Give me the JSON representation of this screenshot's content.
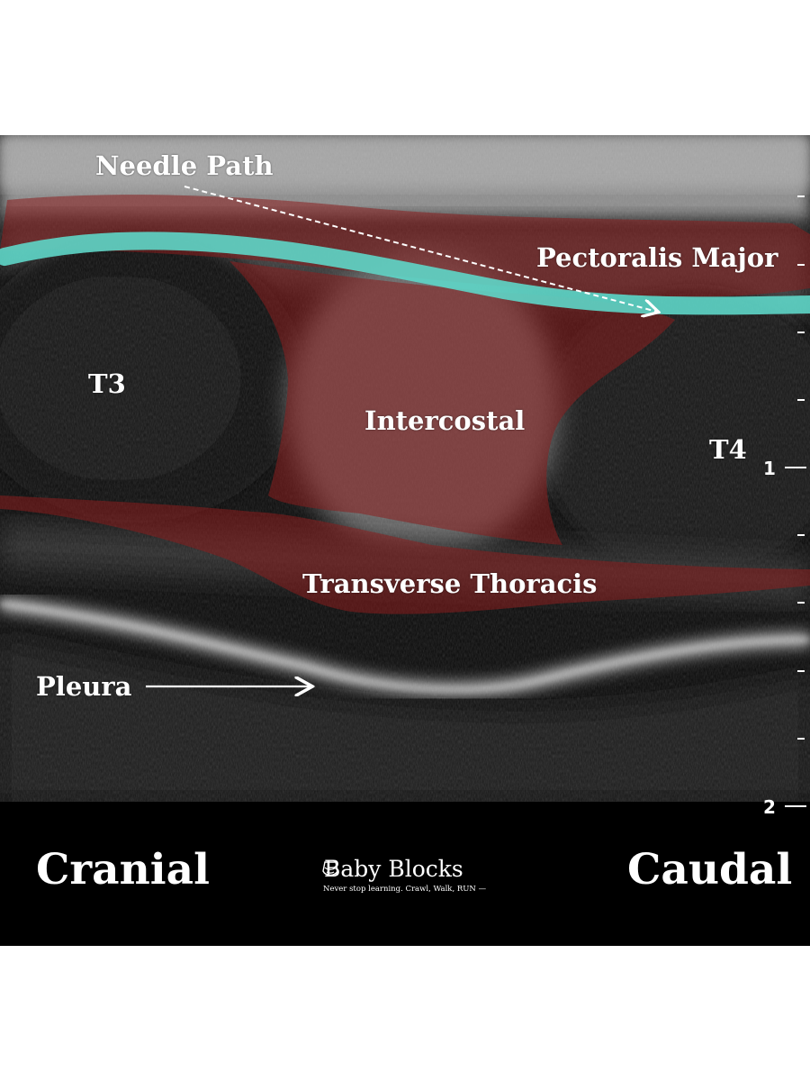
{
  "labels": {
    "needle_path": "Needle Path",
    "pectoralis_major": "Pectoralis Major",
    "t3": "T3",
    "t4": "T4",
    "intercostal": "Intercostal",
    "transverse_thoracis": "Transverse Thoracis",
    "pleura": "Pleura"
  },
  "orientation": {
    "left": "Cranial",
    "right": "Caudal"
  },
  "depth_scale": {
    "marks": [
      "1",
      "2"
    ]
  },
  "branding": {
    "name": "Baby Blocks",
    "tagline": "Never stop learning. Crawl, Walk, RUN —"
  },
  "colors": {
    "muscle_overlay": "#8b1d1d",
    "fascia_overlay": "#5ed6c8",
    "background": "#050505",
    "text": "#ffffff"
  },
  "icons": {
    "logo": "ultrasound-probe-icon"
  }
}
